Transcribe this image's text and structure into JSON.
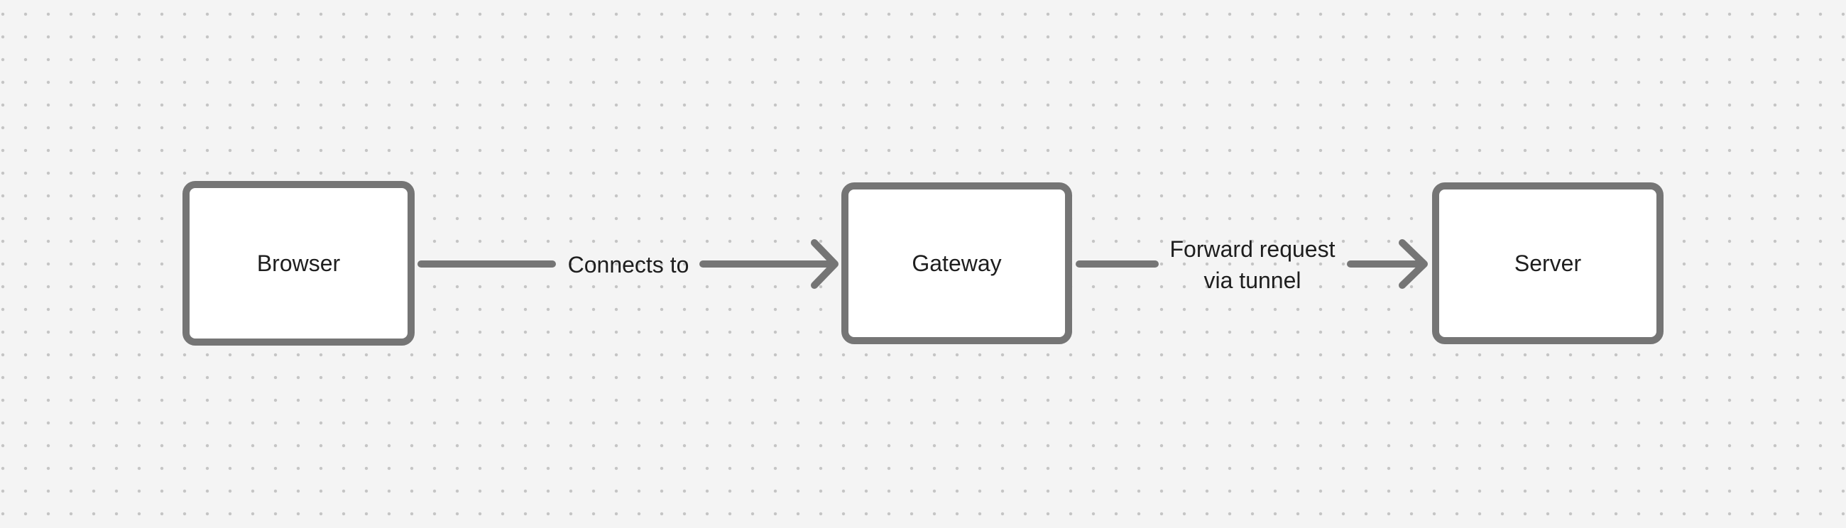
{
  "canvas": {
    "tool": "whiteboard-diagram",
    "background_color": "#f4f4f4",
    "dot_grid_color": "#c5c5c5",
    "connector_color": "#757575",
    "node_border_color": "#757575",
    "node_fill_color": "#ffffff",
    "text_color": "#1e1e1e"
  },
  "nodes": [
    {
      "id": "browser",
      "label": "Browser"
    },
    {
      "id": "gateway",
      "label": "Gateway"
    },
    {
      "id": "server",
      "label": "Server"
    }
  ],
  "connectors": [
    {
      "id": "browser-to-gateway",
      "label": "Connects to"
    },
    {
      "id": "gateway-to-server",
      "label": "Forward request\nvia tunnel"
    }
  ]
}
